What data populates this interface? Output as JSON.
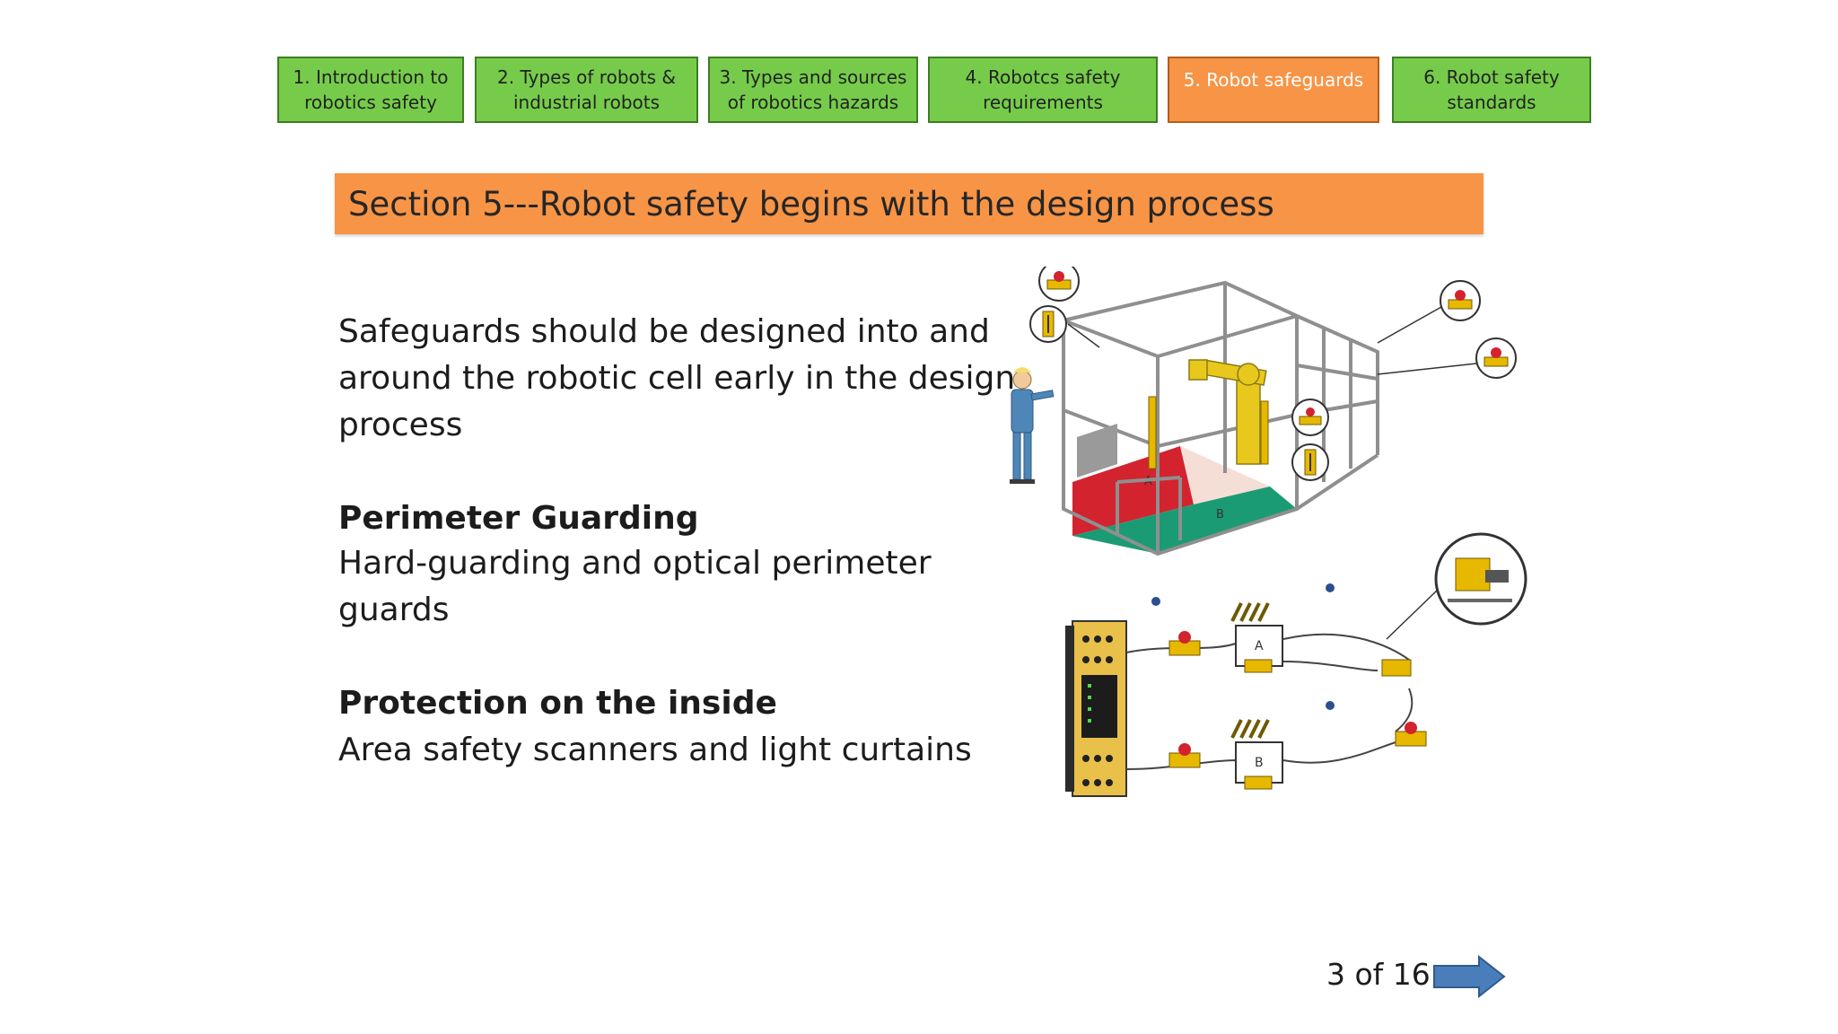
{
  "nav": {
    "tabs": [
      {
        "label": "1. Introduction to\nrobotics safety"
      },
      {
        "label": "2. Types of robots &\nindustrial robots"
      },
      {
        "label": "3. Types and sources\nof robotics hazards"
      },
      {
        "label": "4. Robotcs safety\nrequirements"
      },
      {
        "label": "5. Robot safeguards"
      },
      {
        "label": "6. Robot safety\nstandards"
      }
    ],
    "active_index": 4
  },
  "section": {
    "title": "Section  5---Robot safety begins with the design process"
  },
  "content": {
    "intro": "Safeguards should be designed into and around the robotic cell early in the design process",
    "perimeter_heading": "Perimeter Guarding",
    "perimeter_text": "Hard-guarding and optical perimeter guards",
    "inside_heading": "Protection on the inside",
    "inside_text": "Area safety scanners and light curtains"
  },
  "figure": {
    "zone_labels": [
      "A",
      "B"
    ],
    "box_labels": [
      "A",
      "B"
    ]
  },
  "footer": {
    "page_counter": "3 of 16"
  },
  "colors": {
    "tab_green": "#76cc4a",
    "tab_orange": "#f79446",
    "banner": "#f79446",
    "arrow": "#4a7ebb"
  },
  "icons": {
    "next": "right-arrow-icon"
  }
}
